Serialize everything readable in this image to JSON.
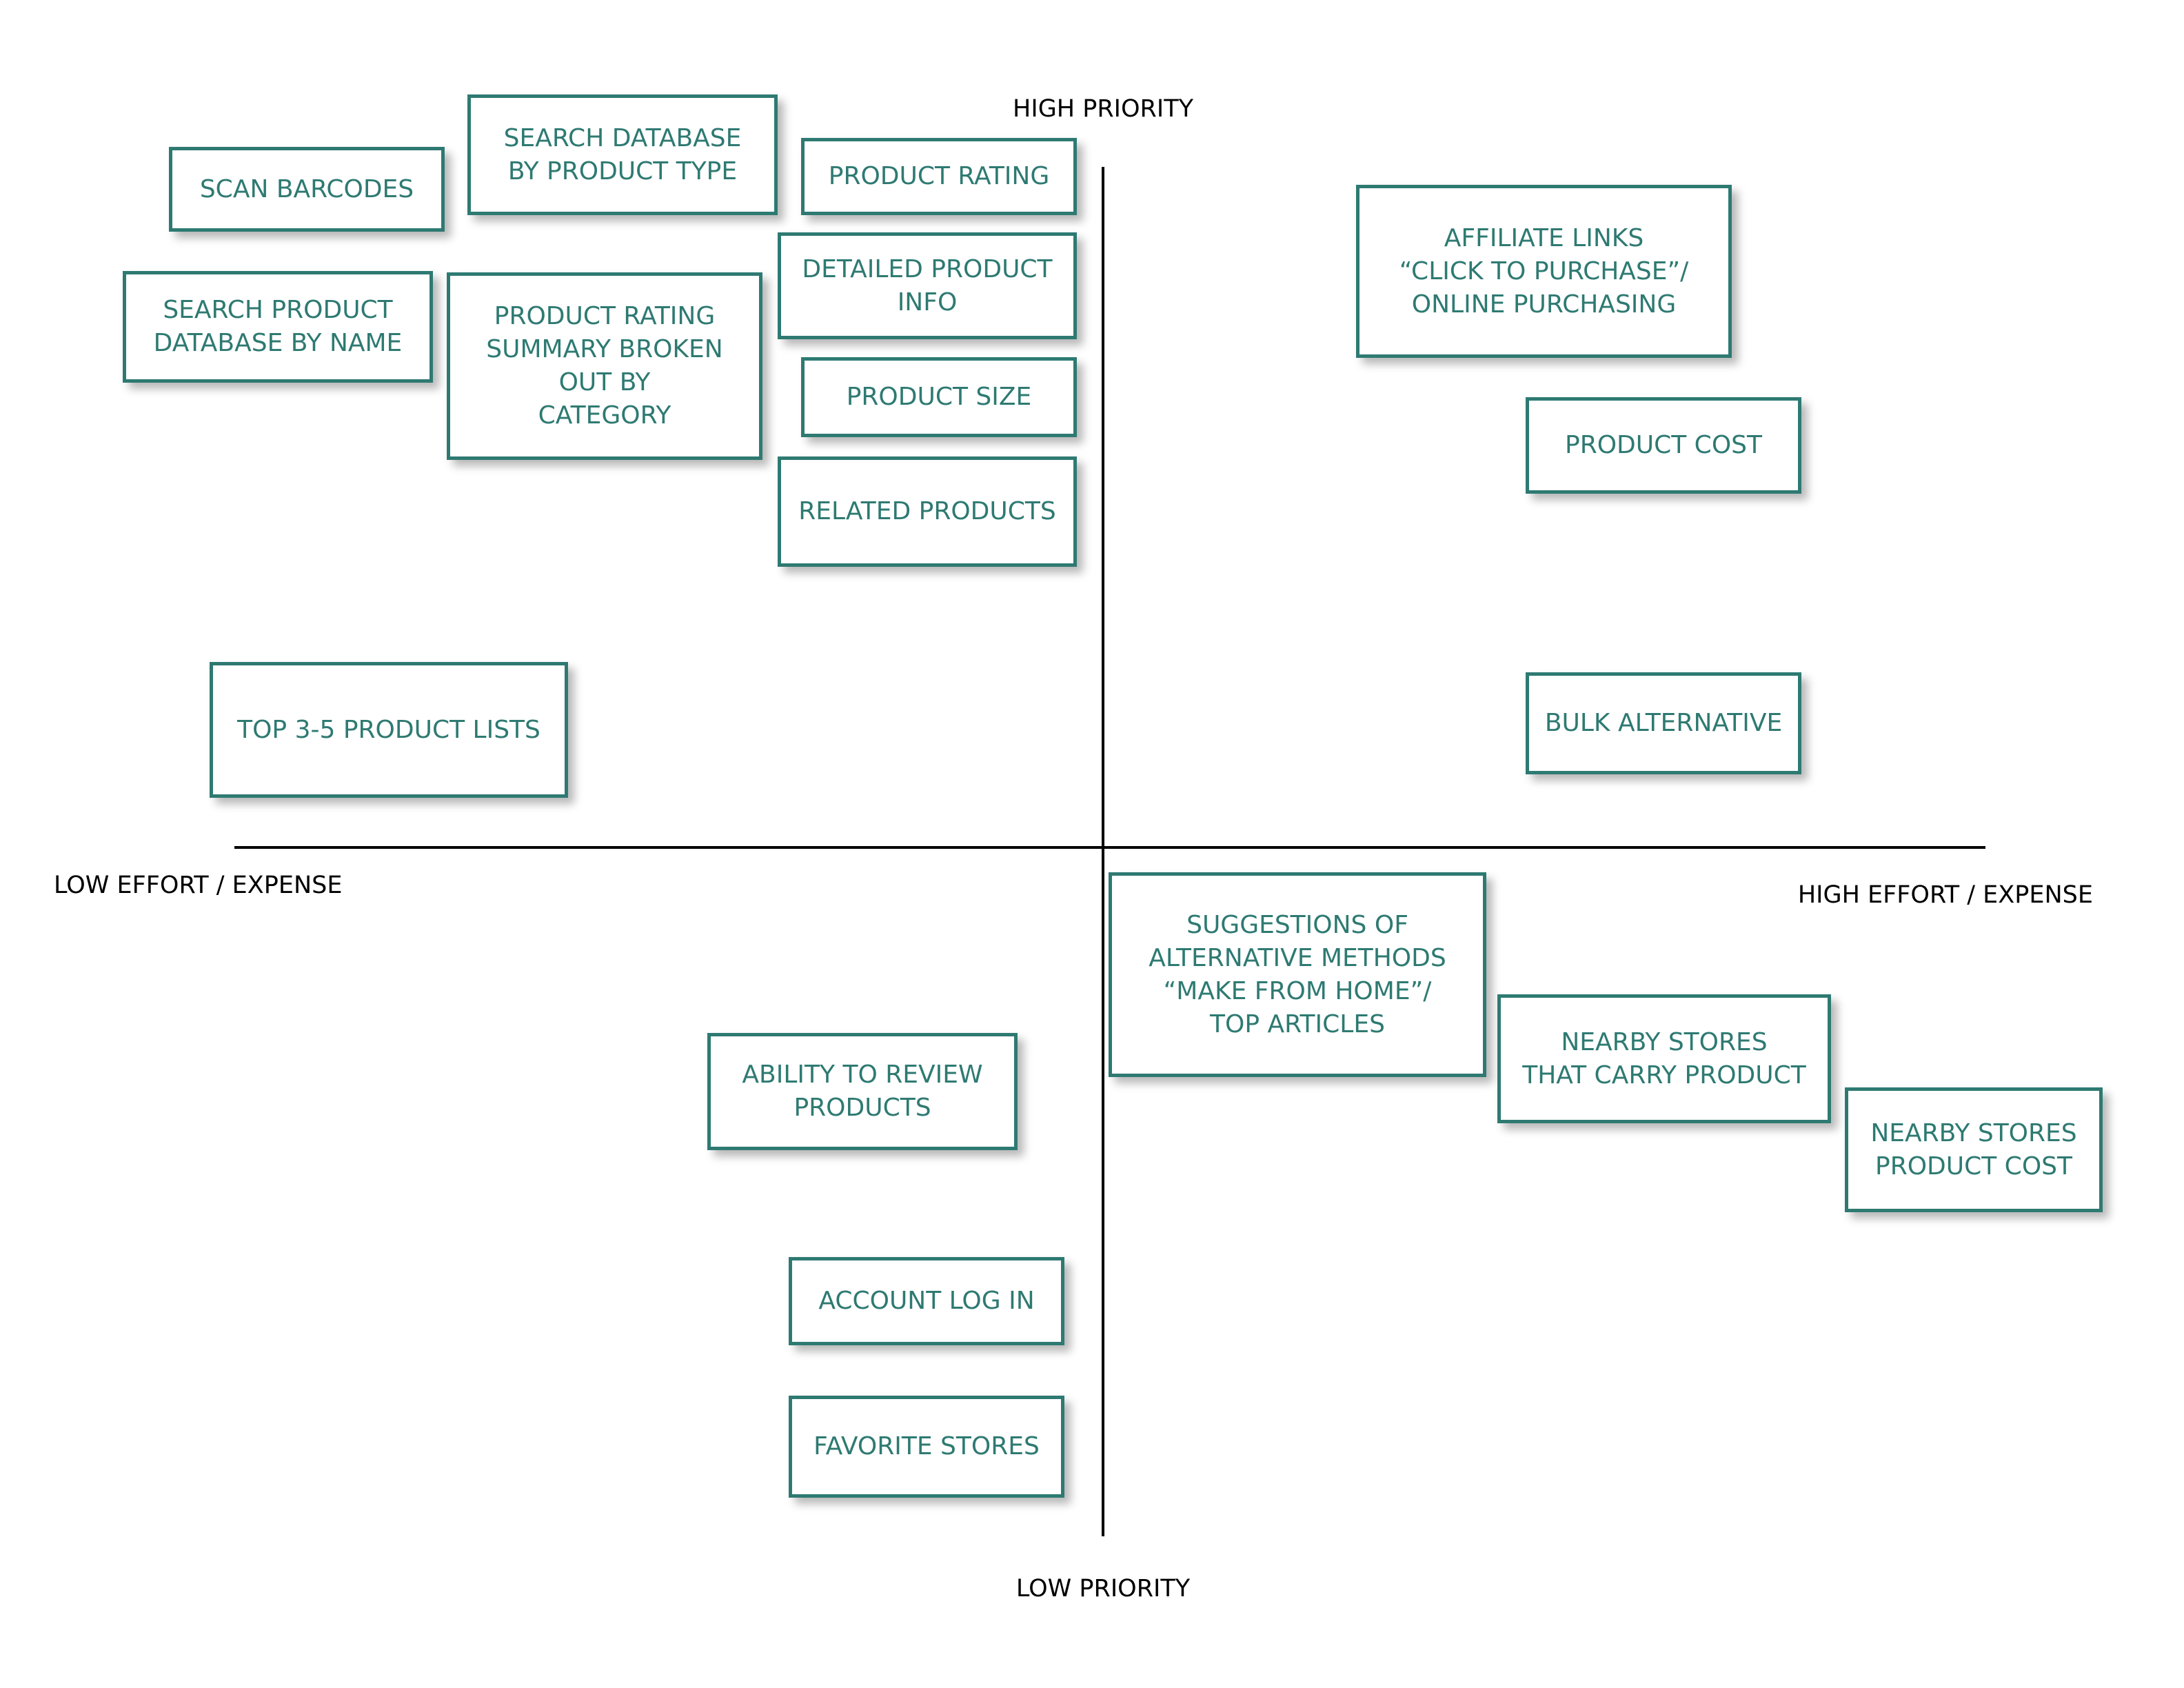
{
  "diagram": {
    "colors": {
      "card_border": "#2e7a72",
      "card_text": "#2e7a72",
      "axis": "#000000"
    },
    "axes": {
      "top": "HIGH PRIORITY",
      "bottom": "LOW PRIORITY",
      "left": "LOW EFFORT / EXPENSE",
      "right": "HIGH EFFORT / EXPENSE"
    },
    "cards": {
      "scan_barcodes": "SCAN BARCODES",
      "search_by_type": "SEARCH DATABASE\nBY PRODUCT TYPE",
      "product_rating": "PRODUCT RATING",
      "search_by_name": "SEARCH PRODUCT\nDATABASE BY NAME",
      "rating_summary": "PRODUCT RATING\nSUMMARY BROKEN\nOUT BY\nCATEGORY",
      "detailed_info": "DETAILED PRODUCT\nINFO",
      "product_size": "PRODUCT SIZE",
      "related_products": "RELATED PRODUCTS",
      "top_lists": "TOP 3-5 PRODUCT LISTS",
      "affiliate_links": "AFFILIATE LINKS\n“CLICK TO PURCHASE”/\nONLINE PURCHASING",
      "product_cost": "PRODUCT COST",
      "bulk_alternative": "BULK ALTERNATIVE",
      "alternative_methods": "SUGGESTIONS OF\nALTERNATIVE METHODS\n“MAKE FROM HOME”/\nTOP ARTICLES",
      "nearby_stores": "NEARBY STORES\nTHAT CARRY PRODUCT",
      "nearby_cost": "NEARBY STORES\nPRODUCT COST",
      "review_products": "ABILITY TO REVIEW\nPRODUCTS",
      "account_login": "ACCOUNT LOG IN",
      "favorite_stores": "FAVORITE STORES"
    }
  }
}
